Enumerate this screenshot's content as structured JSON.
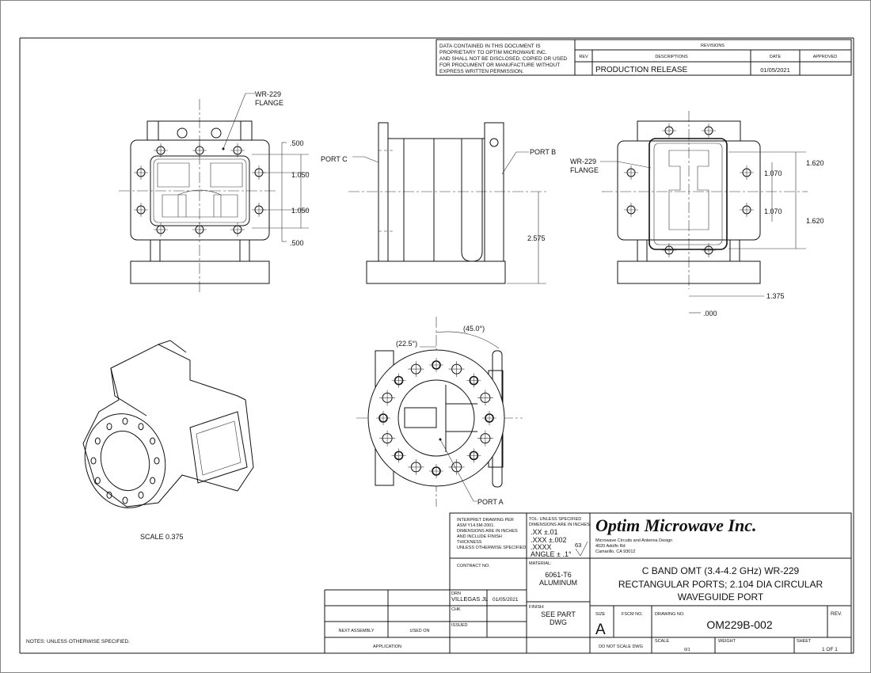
{
  "notice": [
    "DATA CONTAINED IN THIS DOCUMENT IS",
    "PROPRIETARY TO OPTIM MICROWAVE INC.",
    "AND SHALL NOT BE DISCLOSED, COPIED OR USED",
    "FOR PROCUMENT OR MANUFACTURE WITHOUT",
    "EXPRESS WRITTEN PERMISSION."
  ],
  "revisions": {
    "title": "REVISIONS",
    "headers": {
      "rev": "REV",
      "desc": "DESCRIPTIONS",
      "date": "DATE",
      "approved": "APPROVED"
    },
    "rows": [
      {
        "rev": "",
        "desc": "PRODUCTION RELEASE",
        "date": "01/05/2021",
        "approved": ""
      }
    ]
  },
  "views": {
    "front": {
      "callout": [
        "WR-229",
        "FLANGE"
      ],
      "dims": [
        ".500",
        "1.050",
        "1.050",
        ".500"
      ]
    },
    "side": {
      "port_c": "PORT C",
      "port_b": "PORT B",
      "height": "2.575"
    },
    "right": {
      "callout": [
        "WR-229",
        "FLANGE"
      ],
      "dims": [
        "1.620",
        "1.070",
        "1.070",
        "1.620"
      ],
      "offset": "1.375",
      "origin": ".000"
    },
    "circular": {
      "angle1": "(45.0°)",
      "angle2": "(22.5°)",
      "port_a": "PORT A"
    },
    "iso": {
      "scale": "SCALE  0.375"
    }
  },
  "notes": "NOTES: UNLESS OTHERWISE SPECIFIED.",
  "title_block": {
    "interpret": [
      "INTERPRET DRAWING PER",
      "ASM Y14.5M-2001.",
      "DIMENSIONS ARE IN INCHES",
      "AND INCLUDE FINISH",
      "THICKNESS",
      "UNLESS OTHERWISE SPECIFIED."
    ],
    "tolerance": [
      "TOL: UNLESS SPECIFIED",
      "DIMENSIONS ARE IN INCHES."
    ],
    "tol_xx": ".XX  ±.01",
    "tol_xxx": ".XXX  ±.002",
    "tol_xxxx": ".XXXX",
    "tol_angle": "ANGLE ± .1°",
    "surface_finish": "63",
    "company": "Optim Microwave Inc.",
    "company_lines": [
      "Microwave Circuits and Antenna Design",
      "4020 Adolfo Rd",
      "Camarillo, CA 93012"
    ],
    "contract_label": "CONTRACT NO.",
    "material_label": "MATERIAL:",
    "material": [
      "6061-T6",
      "ALUMINUM"
    ],
    "finish_label": "FINISH:",
    "finish": [
      "SEE PART",
      "DWG"
    ],
    "title": [
      "C BAND OMT (3.4-4.2 GHz) WR-229",
      "RECTANGULAR PORTS; 2.104 DIA CIRCULAR",
      "WAVEGUIDE PORT"
    ],
    "drn_label": "DRN",
    "drn_name": "VILLEGAS JL",
    "drn_date": "01/05/2021",
    "chk_label": "CHK",
    "issued_label": "ISSUED",
    "next_assembly": "NEXT ASSEMBLY",
    "used_on": "USED ON",
    "application": "APPLICATION",
    "size_label": "SIZE",
    "size": "A",
    "fscm_label": "FSCM NO.",
    "drawing_no_label": "DRAWING NO.",
    "drawing_no": "OM229B-002",
    "rev_label": "REV.",
    "do_not_scale": "DO NOT SCALE DWG",
    "scale_label": "SCALE",
    "scale": "0/1",
    "weight_label": "WEIGHT",
    "sheet_label": "SHEET",
    "sheet": "1 OF 1"
  }
}
